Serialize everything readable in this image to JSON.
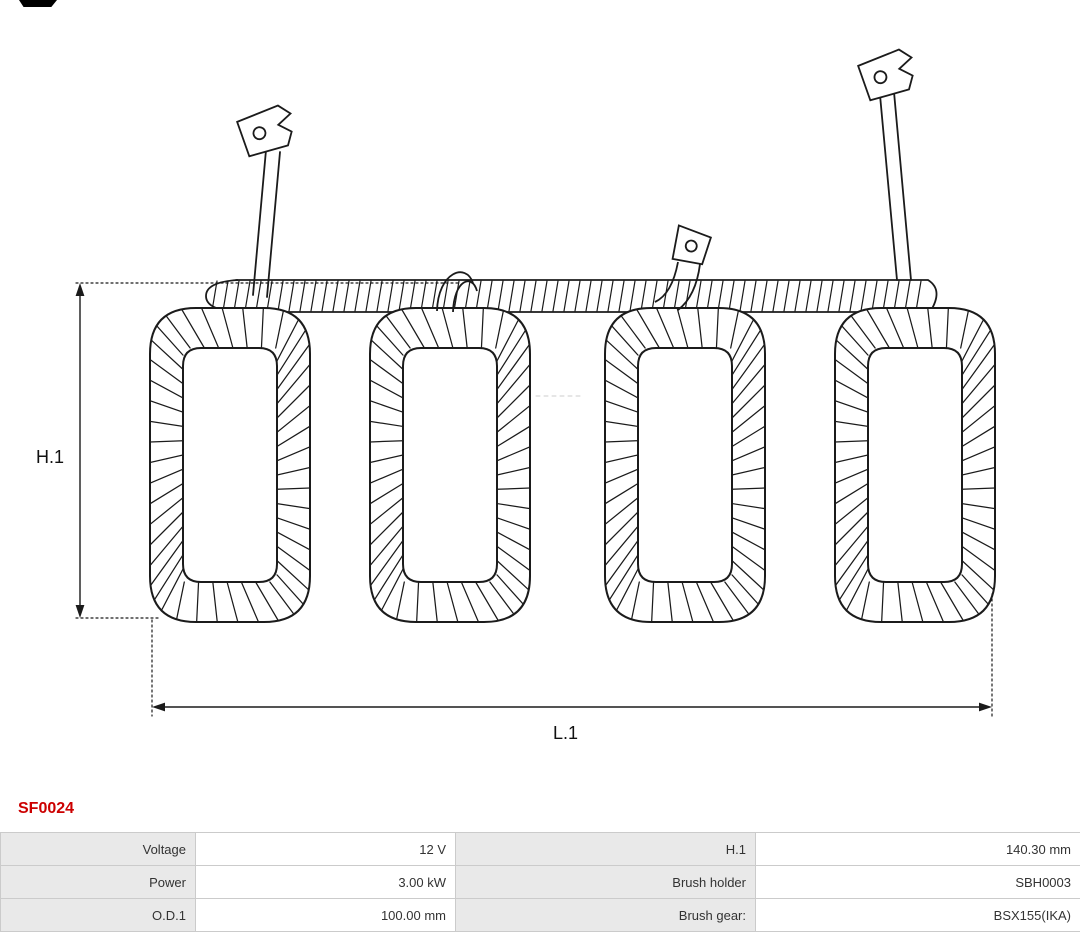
{
  "diagram": {
    "h_label": "H.1",
    "l_label": "L.1"
  },
  "part_number": "SF0024",
  "table": {
    "rows": [
      [
        "Voltage",
        "12 V",
        "H.1",
        "140.30 mm"
      ],
      [
        "Power",
        "3.00 kW",
        "Brush holder",
        "SBH0003"
      ],
      [
        "O.D.1",
        "100.00 mm",
        "Brush gear:",
        "BSX155(IKA)"
      ]
    ]
  }
}
